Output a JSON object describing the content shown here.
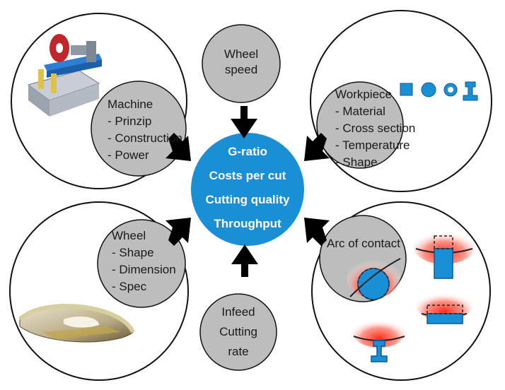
{
  "center": {
    "lines": [
      "G-ratio",
      "Costs per cut",
      "Cutting quality",
      "Throughput"
    ],
    "color": "#1a8fd6"
  },
  "wheel_speed": {
    "lines": [
      "Wheel",
      "speed"
    ]
  },
  "infeed": {
    "lines": [
      "Infeed",
      "Cutting",
      "rate"
    ]
  },
  "machine": {
    "title": "Machine",
    "items": [
      "- Prinzip",
      "- Construction",
      "- Power"
    ]
  },
  "workpiece": {
    "title": "Workpiece",
    "items": [
      "- Material",
      "- Cross section",
      "- Temperature",
      "- Shape"
    ]
  },
  "wheel": {
    "title": "Wheel",
    "items": [
      "- Shape",
      "- Dimension",
      "- Spec"
    ]
  },
  "arc": {
    "title": "Arc of contact"
  },
  "colors": {
    "gray_bubble": "#bdbdbd",
    "arrow": "#000000",
    "accent_blue": "#1a8fd6",
    "heat_red": "#ff3b30"
  },
  "icons": [
    "machine-illustration",
    "cross-section-icons",
    "grinding-wheel-illustration",
    "contact-arc-illustrations"
  ]
}
